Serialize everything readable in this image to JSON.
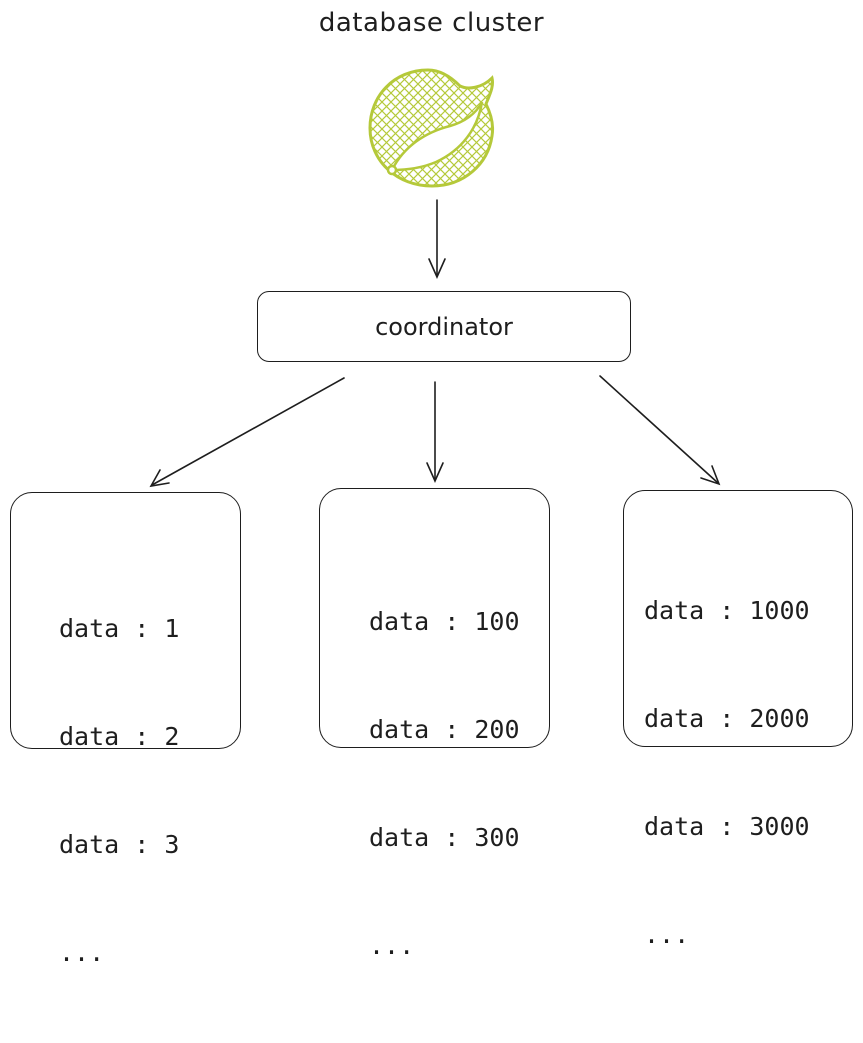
{
  "title": "database cluster",
  "logo": {
    "icon": "spring-leaf-icon",
    "color": "#b5c93a"
  },
  "coordinator": {
    "label": "coordinator"
  },
  "nodes": [
    {
      "lines": [
        "data : 1",
        "data : 2",
        "data : 3",
        "..."
      ]
    },
    {
      "lines": [
        "data : 100",
        "data : 200",
        "data : 300",
        "..."
      ]
    },
    {
      "lines": [
        "data : 1000",
        "data : 2000",
        "data : 3000",
        "..."
      ]
    }
  ]
}
